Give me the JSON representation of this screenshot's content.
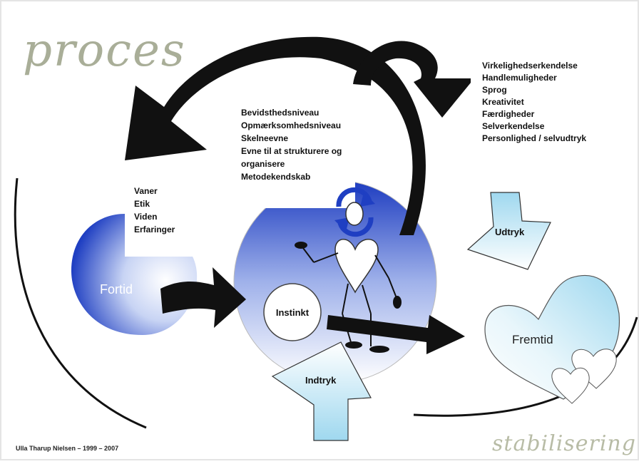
{
  "title": "proces",
  "footer_word": "stabilisering",
  "credit": "Ulla Tharup Nielsen – 1999 – 2007",
  "past": {
    "label": "Fortid",
    "items": [
      "Vaner",
      "Etik",
      "Viden",
      "Erfaringer"
    ]
  },
  "present": {
    "items": [
      "Bevidsthedsniveau",
      "Opmærksomhedsniveau",
      "Skelneevne",
      "Evne til at strukturere og",
      "organisere",
      "Metodekendskab"
    ],
    "instinct_label": "Instinkt"
  },
  "future": {
    "label": "Fremtid",
    "items": [
      "Virkelighedserkendelse",
      "Handlemuligheder",
      "Sprog",
      "Kreativitet",
      "Færdigheder",
      "Selverkendelse",
      "Personlighed / selvudtryk"
    ]
  },
  "arrows": {
    "expression_label": "Udtryk",
    "impression_label": "Indtryk"
  },
  "colors": {
    "blue_dark": "#1f3fc2",
    "blue_light": "#bfe6f4",
    "title_gray": "#a9ae98",
    "arrow_black": "#111111"
  }
}
